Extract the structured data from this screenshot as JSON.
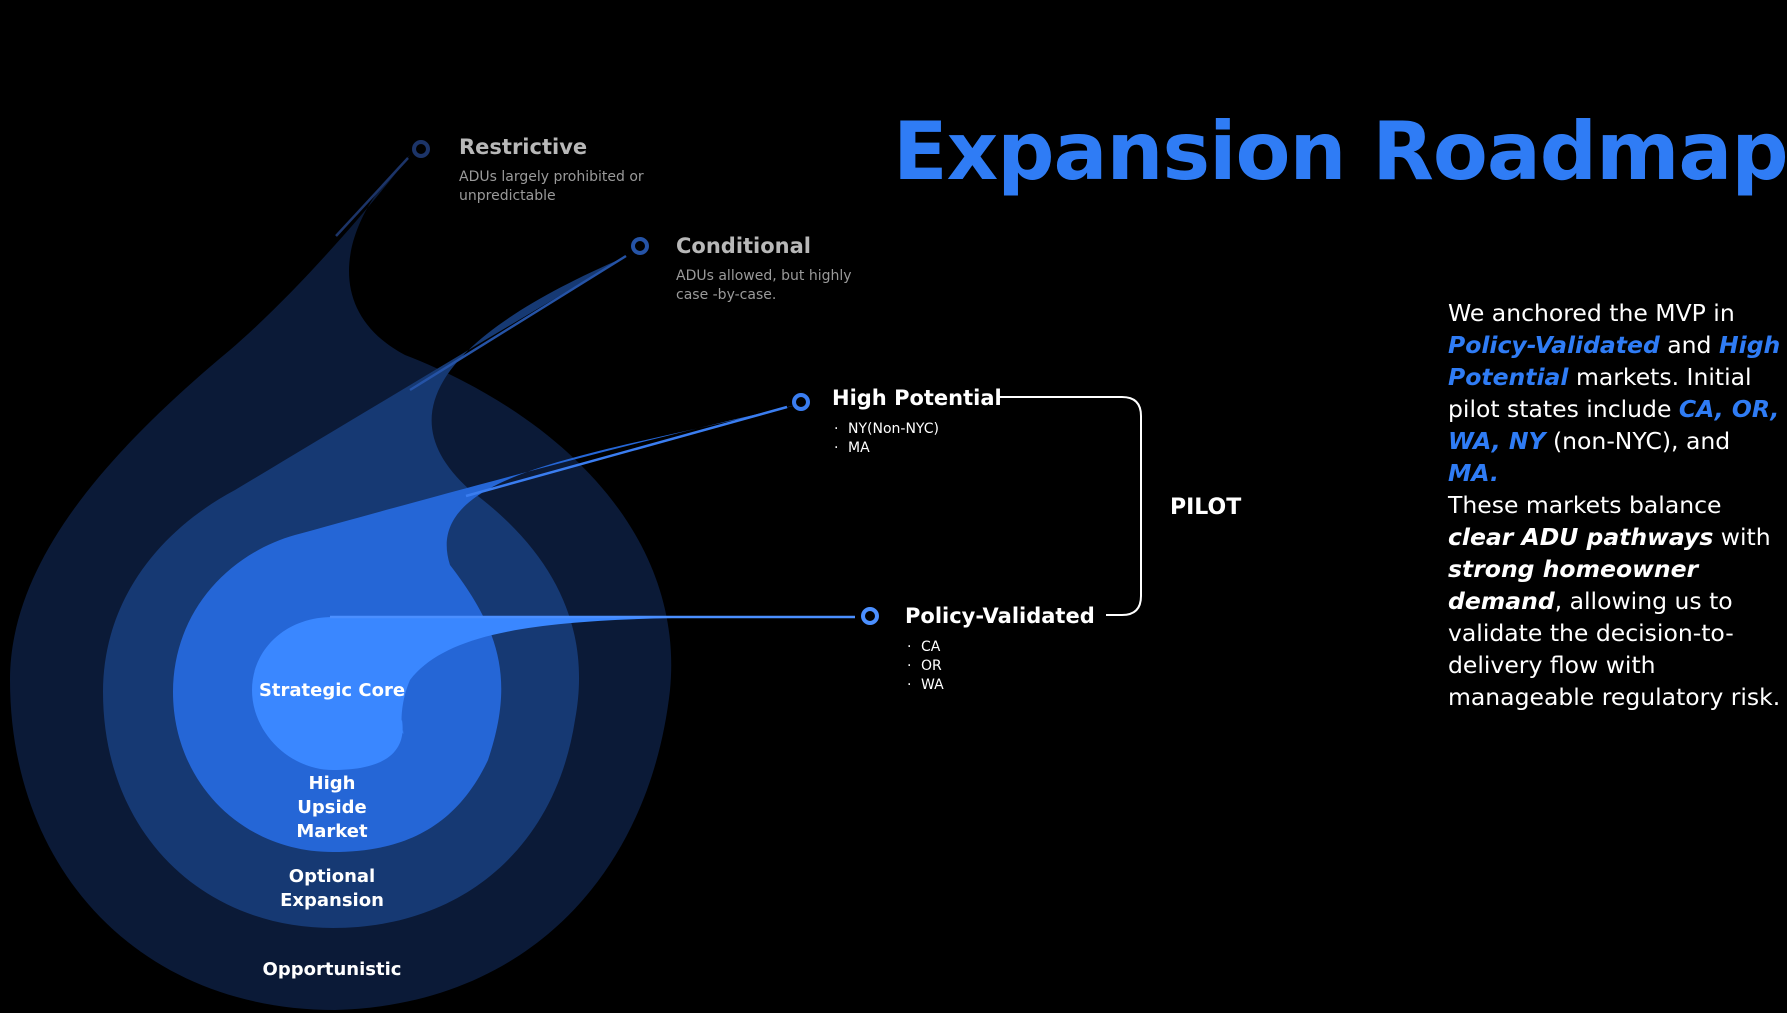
{
  "title": "Expansion Roadmap",
  "colors": {
    "background": "#000000",
    "accent": "#2f7cf5",
    "ring_opportunistic": "#0b1a37",
    "ring_optional": "#163973",
    "ring_upside": "#2566d6",
    "ring_core": "#3a87ff",
    "marker_restrictive": "#1c3468",
    "marker_conditional": "#2553a6",
    "marker_high": "#3a7df0",
    "marker_policy": "#4b8fff",
    "text_dim": "#b8b8b8",
    "text_faint": "#9a9a9a"
  },
  "tiers": {
    "restrictive": {
      "name": "Restrictive",
      "description": "ADUs largely prohibited or unpredictable"
    },
    "conditional": {
      "name": "Conditional",
      "description": "ADUs allowed, but highly case -by-case."
    },
    "high_potential": {
      "name": "High Potential",
      "states": [
        "NY(Non-NYC)",
        "MA"
      ]
    },
    "policy_validated": {
      "name": "Policy-Validated",
      "states": [
        "CA",
        "OR",
        "WA"
      ]
    }
  },
  "rings": {
    "core": "Strategic Core",
    "upside": "High Upside Market",
    "optional": "Optional Expansion",
    "opportunistic": "Opportunistic"
  },
  "pilot_label": "PILOT",
  "side_text": {
    "p1_a": "We anchored the MVP in",
    "p1_hl1": "Policy-Validated",
    "p1_b": "and",
    "p1_hl2": "High Potential",
    "p1_c": "markets. Initial pilot states include",
    "p1_hl3": "CA, OR, WA, NY",
    "p1_d": "(non-NYC), and",
    "p1_hl4": "MA.",
    "p2_a": "These markets balance",
    "p2_hl1": "clear ADU pathways",
    "p2_b": "with",
    "p2_hl2": "strong homeowner demand",
    "p2_c": ", allowing us to validate the decision-to-delivery flow with manageable regulatory risk."
  }
}
